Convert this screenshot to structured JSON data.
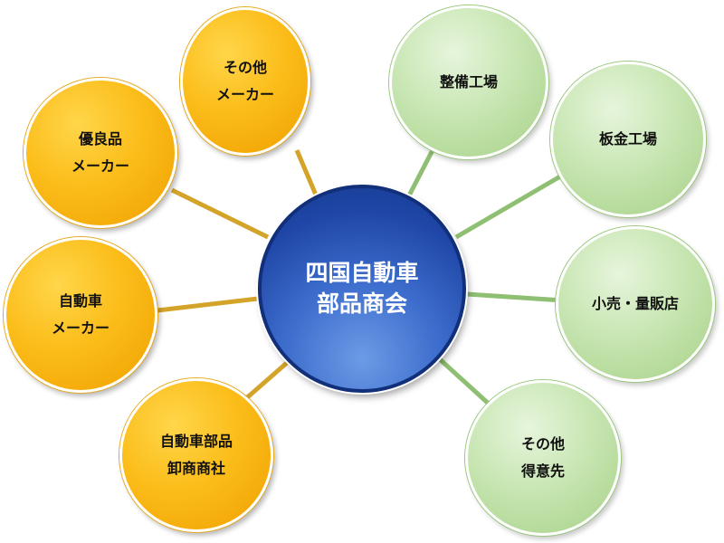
{
  "diagram": {
    "center": {
      "lines": [
        "四国自動車",
        "部品商会"
      ],
      "color": "#2a55b8"
    },
    "suppliers": {
      "color": "#f5b21a",
      "line_color": "#d4a42a",
      "items": [
        {
          "id": "other-maker",
          "lines": [
            "その他",
            "メーカー"
          ]
        },
        {
          "id": "quality-parts-maker",
          "lines": [
            "優良品",
            "メーカー"
          ]
        },
        {
          "id": "car-maker",
          "lines": [
            "自動車",
            "メーカー"
          ]
        },
        {
          "id": "parts-wholesaler",
          "lines": [
            "自動車部品",
            "卸商商社"
          ]
        }
      ]
    },
    "customers": {
      "color": "#bfe0a6",
      "line_color": "#8fbf72",
      "items": [
        {
          "id": "maintenance-shop",
          "lines": [
            "整備工場"
          ]
        },
        {
          "id": "body-shop",
          "lines": [
            "板金工場"
          ]
        },
        {
          "id": "retail-mass",
          "lines": [
            "小売・量販店"
          ]
        },
        {
          "id": "other-customers",
          "lines": [
            "その他",
            "得意先"
          ]
        }
      ]
    }
  }
}
